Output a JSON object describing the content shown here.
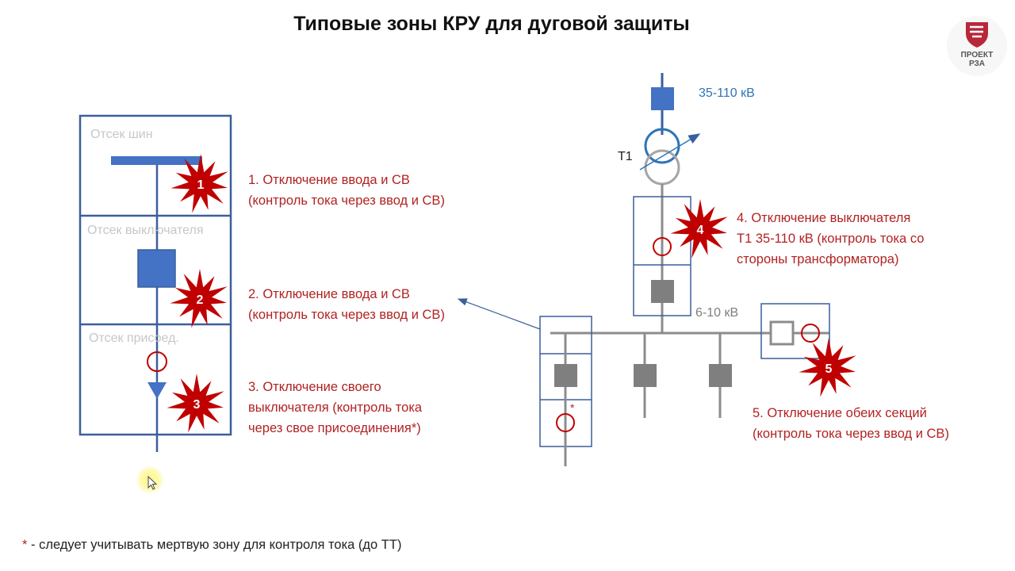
{
  "title": "Типовые зоны КРУ для дуговой защиты",
  "logo": {
    "line1": "ПРОЕКТ",
    "line2": "РЗА"
  },
  "cubicle": {
    "compartments": [
      "Отсек шин",
      "Отсек выключателя",
      "Отсек присоед."
    ]
  },
  "zones": [
    {
      "number": "1",
      "lines": [
        "1. Отключение ввода и СВ",
        "(контроль тока через ввод и СВ)"
      ]
    },
    {
      "number": "2",
      "lines": [
        "2. Отключение ввода и СВ",
        "(контроль тока через ввод и СВ)"
      ]
    },
    {
      "number": "3",
      "lines": [
        "3. Отключение своего",
        "выключателя (контроль тока",
        "через свое присоединения*)"
      ]
    },
    {
      "number": "4",
      "lines": [
        "4. Отключение выключателя",
        "Т1 35-110 кВ (контроль тока со",
        "стороны трансформатора)"
      ]
    },
    {
      "number": "5",
      "lines": [
        "5. Отключение обеих секций",
        "(контроль тока через ввод и СВ)"
      ]
    }
  ],
  "scheme": {
    "hv_label": "35-110 кВ",
    "transformer_label": "Т1",
    "lv_label": "6-10 кВ",
    "star_mark": "*"
  },
  "footnote": {
    "star": "*",
    "text": " - следует учитывать мертвую зону для контроля тока (до ТТ)"
  },
  "colors": {
    "box_blue": "#3a5f9c",
    "device_blue": "#4472c4",
    "burst_red": "#c00000",
    "text_red": "#b22222",
    "hv_blue": "#2e75b6",
    "gray": "#7f7f7f"
  }
}
